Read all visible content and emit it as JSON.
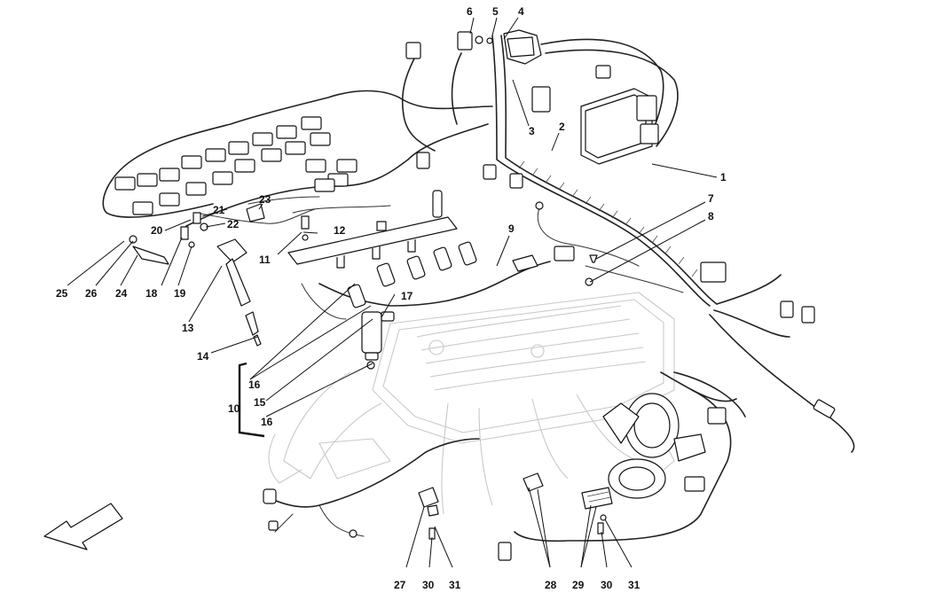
{
  "labels": {
    "l1": "1",
    "l2": "2",
    "l3": "3",
    "l4": "4",
    "l5": "5",
    "l6": "6",
    "l7": "7",
    "l8": "8",
    "l9": "9",
    "l10": "10",
    "l11": "11",
    "l12": "12",
    "l13": "13",
    "l14": "14",
    "l15": "15",
    "l16a": "16",
    "l16b": "16",
    "l17": "17",
    "l18": "18",
    "l19": "19",
    "l20": "20",
    "l21": "21",
    "l22": "22",
    "l23": "23",
    "l24": "24",
    "l25": "25",
    "l26": "26",
    "l27": "27",
    "l28": "28",
    "l29": "29",
    "l30a": "30",
    "l30b": "30",
    "l31a": "31",
    "l31b": "31"
  }
}
